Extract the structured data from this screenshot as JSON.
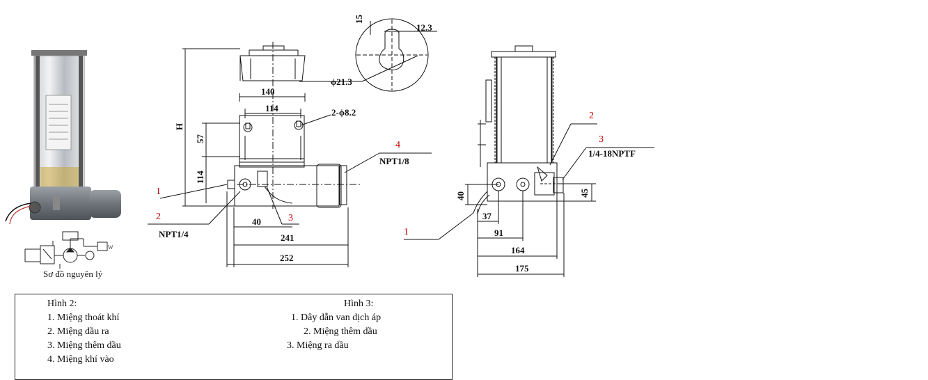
{
  "labels": {
    "caption_schematic": "Sơ đồ nguyên lý",
    "fig2": {
      "dims": {
        "d15": "15",
        "d12_3": "12.3",
        "d21_3": "ϕ21.3",
        "d140": "140",
        "d114_top": "114",
        "d2_8_2": "2-ϕ8.2",
        "dH": "H",
        "d57": "57",
        "d114_side": "114",
        "d40": "40",
        "d241": "241",
        "d252": "252",
        "npt1_8": "NPT1/8",
        "npt1_4": "NPT1/4"
      },
      "markers": {
        "m1": "1",
        "m2": "2",
        "m3": "3",
        "m4": "4"
      }
    },
    "fig3": {
      "dims": {
        "npt18": "1/4-18NPTF",
        "d40": "40",
        "d45": "45",
        "d37": "37",
        "d91": "91",
        "d164": "164",
        "d175": "175"
      },
      "markers": {
        "m1": "1",
        "m2": "2",
        "m3": "3"
      }
    }
  },
  "legend": {
    "fig2": {
      "title": "Hình 2:",
      "items": [
        "1. Miệng thoát khí",
        "2. Miệng dầu ra",
        "3. Miệng thêm dầu",
        "4. Miệng khí vào"
      ]
    },
    "fig3": {
      "title": "Hình 3:",
      "items": [
        "1. Dây dẫn van dịch áp",
        "2. Miệng thêm dầu",
        "3. Miệng ra dầu"
      ]
    }
  }
}
